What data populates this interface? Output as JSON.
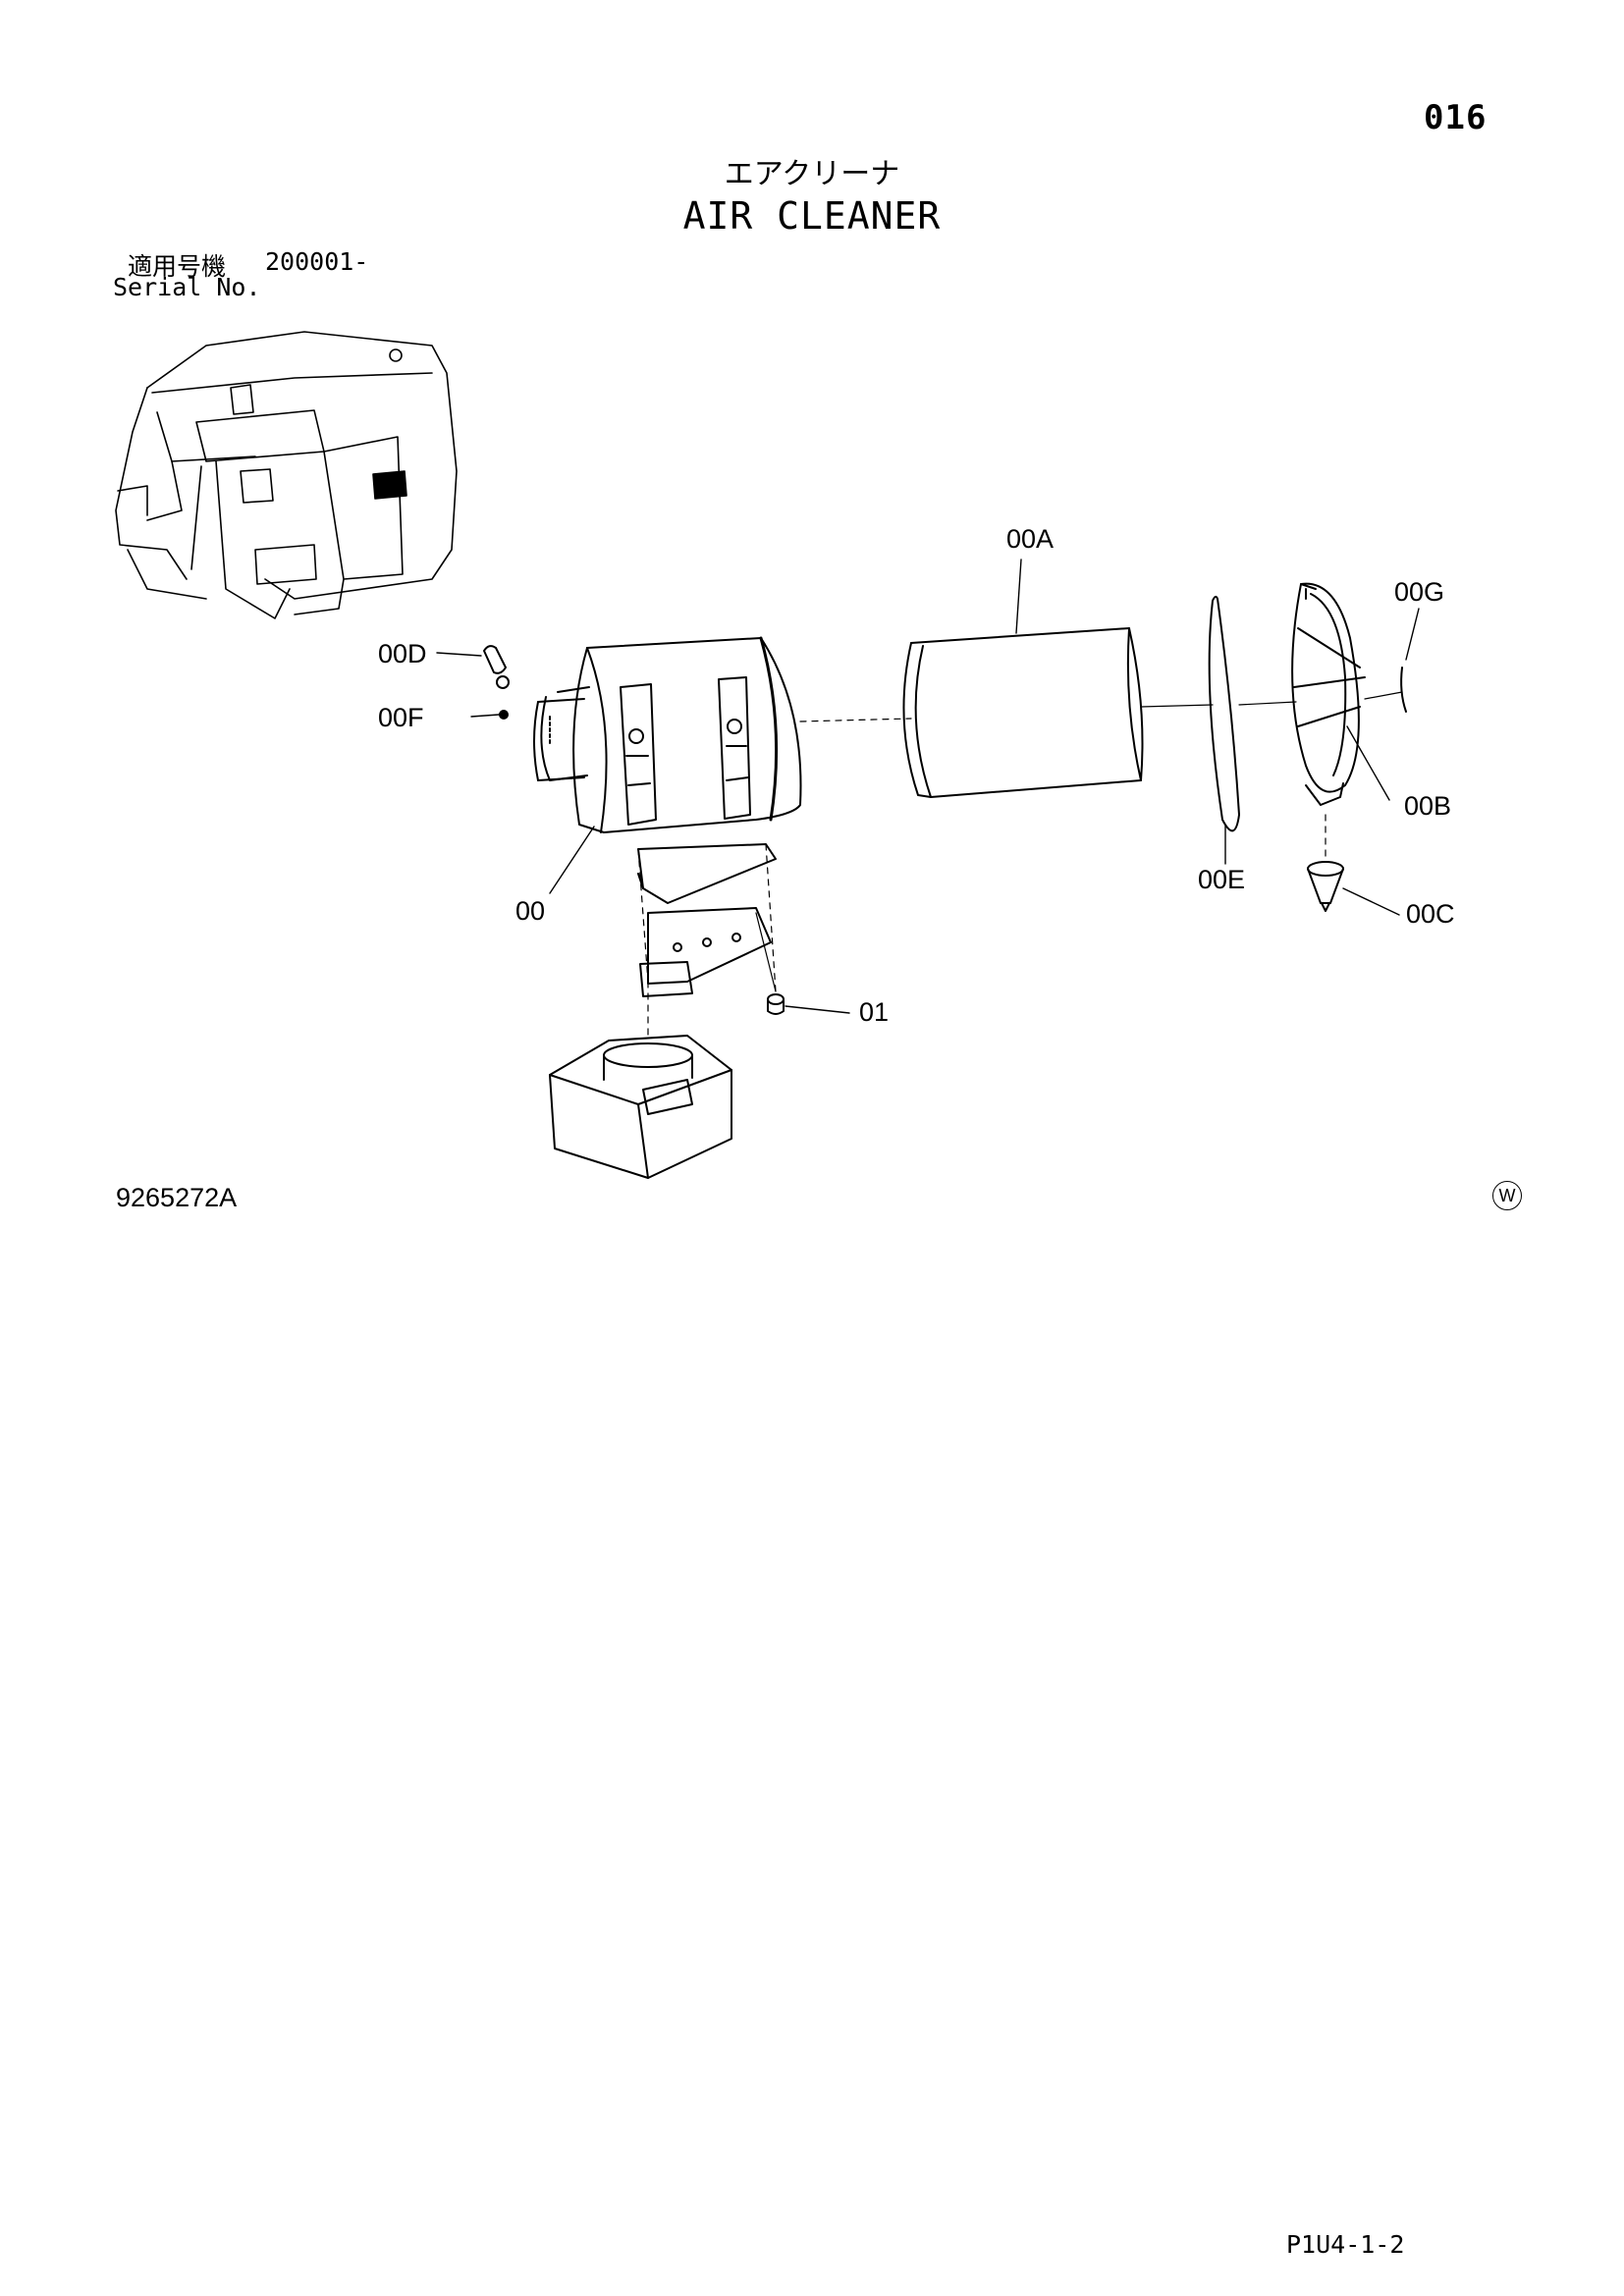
{
  "header": {
    "page_number": "016",
    "title_jp": "エアクリーナ",
    "title_en": "AIR CLEANER",
    "serial_label_jp": "適用号機",
    "serial_value": "200001-",
    "serial_label_en": "Serial No."
  },
  "parts": [
    {
      "id": "00A",
      "label": "00A"
    },
    {
      "id": "00G",
      "label": "00G"
    },
    {
      "id": "00D",
      "label": "00D"
    },
    {
      "id": "00F",
      "label": "00F"
    },
    {
      "id": "00B",
      "label": "00B"
    },
    {
      "id": "00E",
      "label": "00E"
    },
    {
      "id": "00C",
      "label": "00C"
    },
    {
      "id": "00",
      "label": "00"
    },
    {
      "id": "01",
      "label": "01"
    }
  ],
  "footer": {
    "drawing_number": "9265272A",
    "mark": "W",
    "page_code": "P1U4-1-2"
  }
}
